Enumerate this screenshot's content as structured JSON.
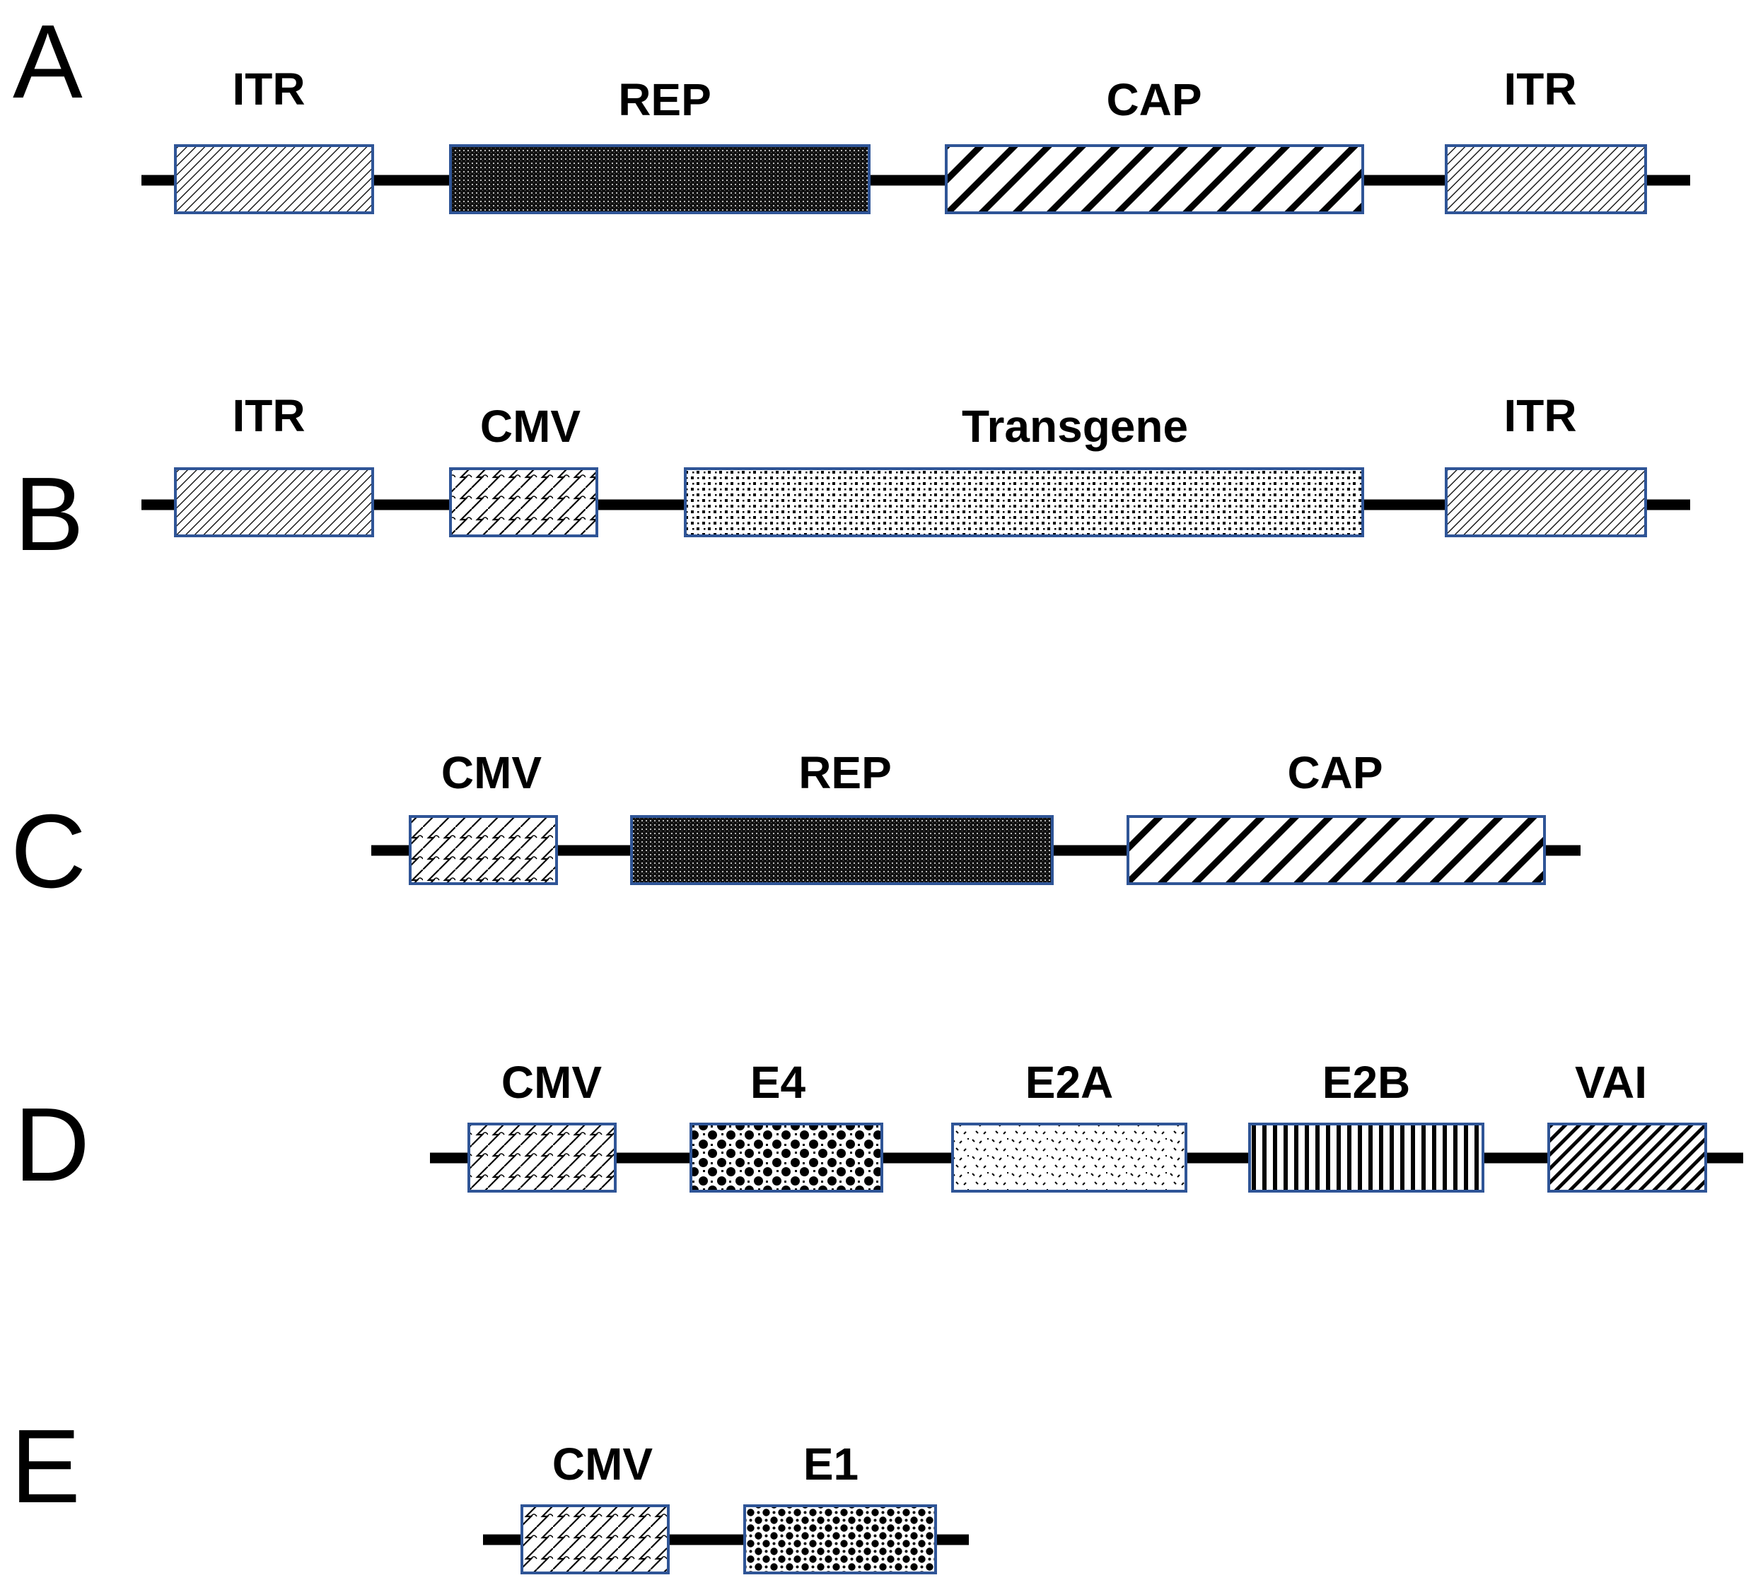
{
  "rows": [
    {
      "letter": "A",
      "elements": [
        {
          "label": "ITR",
          "pattern": "itr"
        },
        {
          "label": "REP",
          "pattern": "rep"
        },
        {
          "label": "CAP",
          "pattern": "cap"
        },
        {
          "label": "ITR",
          "pattern": "itr"
        }
      ]
    },
    {
      "letter": "B",
      "elements": [
        {
          "label": "ITR",
          "pattern": "itr"
        },
        {
          "label": "CMV",
          "pattern": "cmv"
        },
        {
          "label": "Transgene",
          "pattern": "transgene"
        },
        {
          "label": "ITR",
          "pattern": "itr"
        }
      ]
    },
    {
      "letter": "C",
      "elements": [
        {
          "label": "CMV",
          "pattern": "cmv"
        },
        {
          "label": "REP",
          "pattern": "rep"
        },
        {
          "label": "CAP",
          "pattern": "cap"
        }
      ]
    },
    {
      "letter": "D",
      "elements": [
        {
          "label": "CMV",
          "pattern": "cmv"
        },
        {
          "label": "E4",
          "pattern": "e4"
        },
        {
          "label": "E2A",
          "pattern": "e2a"
        },
        {
          "label": "E2B",
          "pattern": "e2b"
        },
        {
          "label": "VAI",
          "pattern": "vai"
        }
      ]
    },
    {
      "letter": "E",
      "elements": [
        {
          "label": "CMV",
          "pattern": "cmv"
        },
        {
          "label": "E1",
          "pattern": "e1"
        }
      ]
    }
  ],
  "colors": {
    "backbone": "#000000",
    "box_border": "#2f5597",
    "background": "#ffffff"
  }
}
